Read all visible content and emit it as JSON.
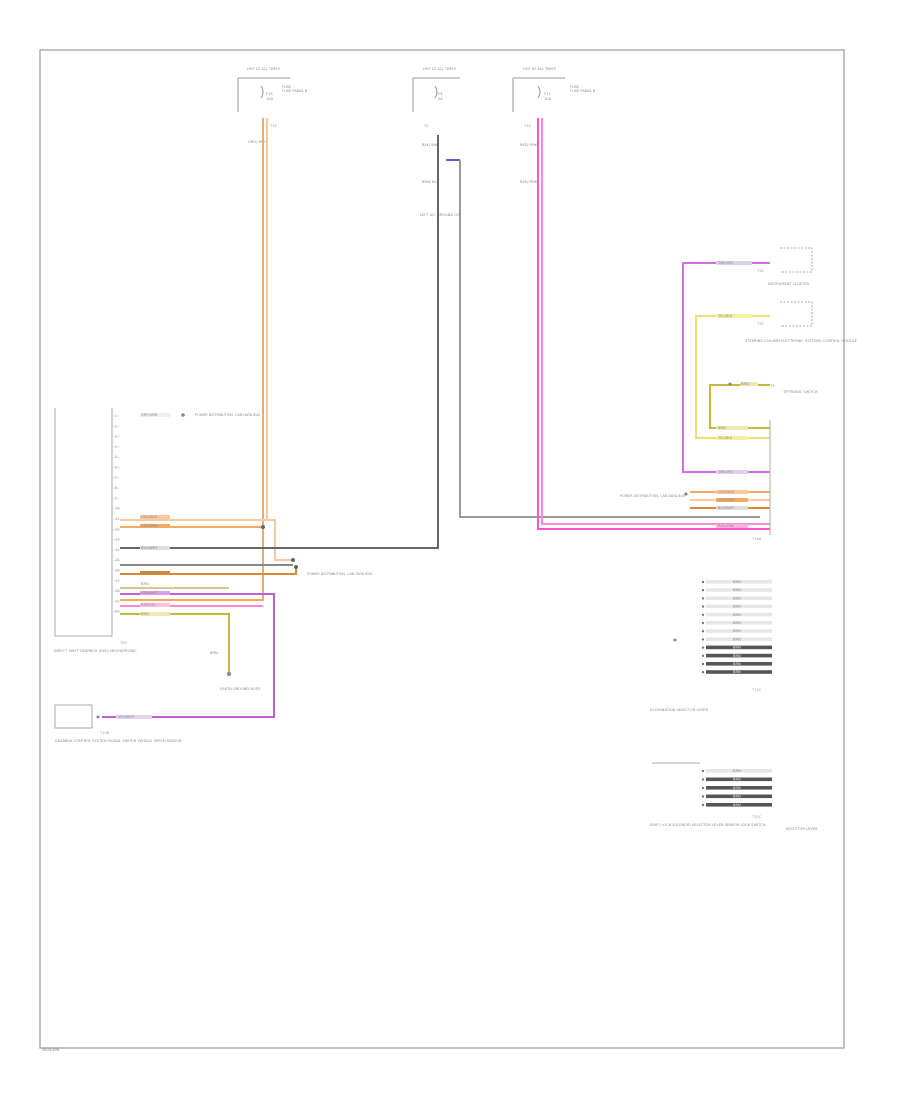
{
  "diagram": {
    "figure_code": "W04498",
    "colors": {
      "orange": "#f5a860",
      "pink": "#ff66cc",
      "purple": "#c060d8",
      "blue": "#5c5ce0",
      "gray": "#9a9a9a",
      "dark": "#666666",
      "yellow": "#f0e070",
      "olive": "#c8b840",
      "peach": "#f8c9a0",
      "orange_dark": "#d88a30"
    },
    "top": {
      "left": {
        "hot": "HOT AT ALL TIMES",
        "fuse": "FUSE",
        "fuse_no": "F15",
        "amp": "10A",
        "panel": "FUSE PANEL B",
        "pin": "T10",
        "wire": "ORG/ RED"
      },
      "middle": {
        "hot": "HOT AT ALL TIMES",
        "fuse": "FUSE",
        "fuse_no": "F3",
        "amp": "5A",
        "panel": "",
        "pin": "T2",
        "wire": "BLK/ WHT",
        "splice": "BRN/ BLK",
        "ground_label": "LEFT A/C GROUND G7"
      },
      "right": {
        "hot": "HOT AT ALL TIMES",
        "fuse": "FUSE",
        "fuse_no": "F11",
        "amp": "10A",
        "panel": "FUSE PANEL B",
        "pin": "T10",
        "wire": "RED/ PNK",
        "wire2": "RED/ PNK"
      }
    },
    "left_module": {
      "name": "DIRECT SHIFT GEARBOX (DSG) MECHATRONIC",
      "connector": "T20",
      "pins": [
        "1",
        "2",
        "3",
        "4",
        "5",
        "6",
        "7",
        "8",
        "9",
        "10",
        "11",
        "12",
        "13",
        "14",
        "15",
        "16",
        "17",
        "18",
        "19",
        "20"
      ],
      "wires": {
        "w1": "GRY/GRN",
        "w11": "ORG/BLK",
        "w12": "ORG/BRN",
        "w14": "BLU/WHT",
        "w16": "ORG/GRN",
        "w17": "BRN",
        "w18": "VIO/WHT",
        "w19": "RED/YEL",
        "w20": "BRN"
      },
      "ref_label": "POWER DISTRIBUTION, CAN DATA BUS",
      "ref_label2": "POWER DISTRIBUTION, CAN DATA BUS",
      "ground_wire": "BRN",
      "ground_name": "EARTH GROUND BODY"
    },
    "small_module": {
      "name": "GEARBOX CONTROL SYSTEM SIGNAL SWITCH VEHICLE SPEED SENSOR",
      "pin": "T10B",
      "wire": "VIO/WHT"
    },
    "right_side": {
      "instrument": {
        "wire": "GRY/VIO",
        "pin": "T32",
        "name": "INSTRUMENT CLUSTER"
      },
      "steering": {
        "wire": "YEL/BLK",
        "pin": "T32",
        "pin2": "T10",
        "name": "STEERING COLUMN ELECTRONIC SYSTEMS CONTROL MODULE"
      },
      "brake": {
        "wire": "BRN",
        "pin": "T4",
        "name": "TIPTRONIC SWITCH"
      },
      "bundle": {
        "wires": [
          "BRN",
          "YEL/BLK",
          "GRY/VIO",
          "ORG/BLK",
          "ORG/BRN",
          "BLK/WHT",
          "RED/PNK"
        ],
        "connector": "T16A",
        "ref_label": "POWER DISTRIBUTION, CAN DATA BUS"
      }
    },
    "illumination": {
      "name": "ILLUMINATION SELECTOR LEVER",
      "connector": "T10C",
      "rows": [
        "BRN",
        "BRN",
        "BRN",
        "BRN",
        "BRN",
        "BRN",
        "BRN",
        "BRN",
        "BRN",
        "BRN",
        "BRN",
        "BRN"
      ]
    },
    "shift_lock": {
      "name": "SHIFT LOCK SOLENOID SELECTOR LEVER SENSOR LOCK SWITCH",
      "connector": "T10C",
      "rows": [
        "BRN",
        "BRN",
        "BRN",
        "BRN",
        "BRN"
      ],
      "side_label": "SELECTOR LEVER"
    }
  }
}
